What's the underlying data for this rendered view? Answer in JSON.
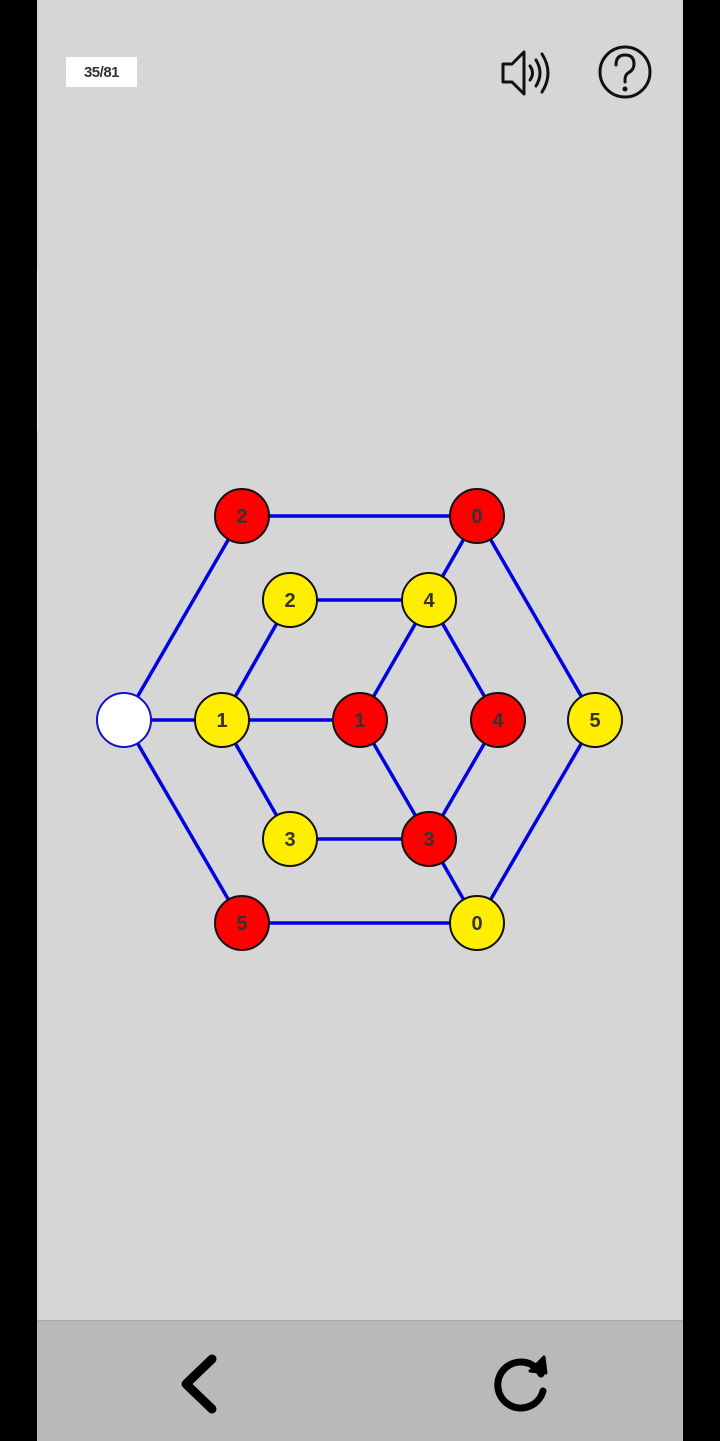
{
  "header": {
    "level_progress": "35/81",
    "sound_icon": "speaker-on-icon",
    "help_icon": "help-icon"
  },
  "colors": {
    "red": "#ff0000",
    "yellow": "#ffee00",
    "white": "#ffffff",
    "edge": "#0000e0",
    "background": "#d6d6d6",
    "bottom_bar": "#b9b9b9"
  },
  "graph": {
    "nodes": [
      {
        "id": "A",
        "label": "",
        "color": "white"
      },
      {
        "id": "B",
        "label": "2",
        "color": "red"
      },
      {
        "id": "C",
        "label": "0",
        "color": "red"
      },
      {
        "id": "D",
        "label": "2",
        "color": "yellow"
      },
      {
        "id": "E",
        "label": "4",
        "color": "yellow"
      },
      {
        "id": "F",
        "label": "1",
        "color": "yellow"
      },
      {
        "id": "G",
        "label": "1",
        "color": "red"
      },
      {
        "id": "H",
        "label": "4",
        "color": "red"
      },
      {
        "id": "I",
        "label": "5",
        "color": "yellow"
      },
      {
        "id": "J",
        "label": "3",
        "color": "yellow"
      },
      {
        "id": "K",
        "label": "3",
        "color": "red"
      },
      {
        "id": "L",
        "label": "5",
        "color": "red"
      },
      {
        "id": "M",
        "label": "0",
        "color": "yellow"
      }
    ],
    "edges": [
      [
        "A",
        "B"
      ],
      [
        "A",
        "F"
      ],
      [
        "A",
        "L"
      ],
      [
        "B",
        "C"
      ],
      [
        "C",
        "E"
      ],
      [
        "C",
        "I"
      ],
      [
        "D",
        "E"
      ],
      [
        "D",
        "F"
      ],
      [
        "E",
        "G"
      ],
      [
        "E",
        "H"
      ],
      [
        "F",
        "G"
      ],
      [
        "F",
        "J"
      ],
      [
        "G",
        "K"
      ],
      [
        "H",
        "K"
      ],
      [
        "J",
        "K"
      ],
      [
        "K",
        "M"
      ],
      [
        "L",
        "M"
      ],
      [
        "M",
        "I"
      ]
    ]
  },
  "footer": {
    "back_icon": "chevron-left-icon",
    "restart_icon": "restart-icon"
  }
}
